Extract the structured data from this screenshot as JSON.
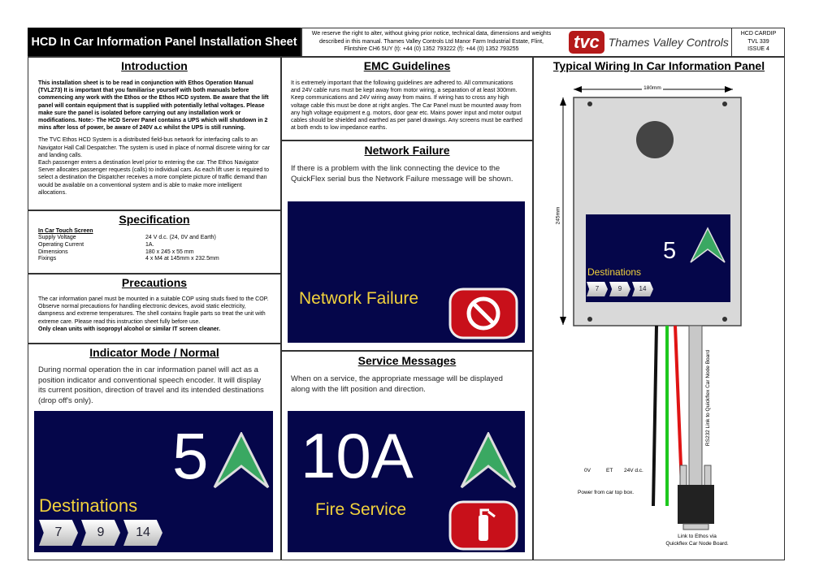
{
  "header": {
    "title": "HCD In Car Information Panel Installation Sheet",
    "disclaimer": [
      "We reserve the right to alter, without giving prior notice, technical data, dimensions and weights",
      "described in this manual.  Thames Valley Controls Ltd  Manor Farm Industrial Estate, Flint,",
      "Flintshire CH6 5UY  (t): +44 (0) 1352 793222  (f): +44 (0) 1352 793255"
    ],
    "logo_mark": "tvc",
    "logo_name": "Thames Valley Controls",
    "codes": [
      "HCD CARDIP",
      "TVL 339",
      "ISSUE 4"
    ]
  },
  "intro": {
    "title": "Introduction",
    "bold": "This installation sheet is to be read in conjunction with Ethos Operation Manual (TVL273) It is important that you familiarise yourself with both manuals before commencing any work with the Ethos or the Ethos HCD system. Be aware that the lift panel will contain equipment that is supplied with potentially lethal voltages. Please make sure the panel is isolated before carrying out any installation work or modifications. Note:- The HCD Server Panel contains a UPS which will shutdown in 2 mins after loss of power, be aware of 240V a.c whilst the UPS is still running.",
    "p1": "The TVC Ethos HCD System is a distributed field-bus network for interfacing calls to an Navigator Hall Call Despatcher. The system is used in place of normal discrete wiring for car and landing calls.",
    "p2": "Each passenger enters a destination level prior to entering the car.  The Ethos Navigator Server allocates passenger requests (calls) to individual cars.  As each lift user is required to select a destination the Dispatcher receives a more complete picture of traffic demand than would be available on a conventional system and is able to make more intelligent allocations."
  },
  "spec": {
    "title": "Specification",
    "subtitle": "In Car Touch Screen",
    "rows": [
      [
        "Supply Voltage",
        "24 V d.c. (24, 0V and Earth)"
      ],
      [
        "Operating Current",
        "1A."
      ],
      [
        "Dimensions",
        "180 x 245 x 55 mm"
      ],
      [
        "Fixings",
        "4 x M4 at 145mm x 232.5mm"
      ]
    ]
  },
  "prec": {
    "title": "Precautions",
    "text": "The car information panel must be mounted in a suitable COP using studs fixed to the COP. Observe normal precautions for handling electronic devices, avoid static electricity, dampness and extreme temperatures. The shell contains fragile parts so treat the unit with extreme care. Please read this instruction sheet fully before use.",
    "bold": "Only clean units with isopropyl alcohol or similar IT screen cleaner."
  },
  "indicator": {
    "title": "Indicator Mode / Normal",
    "text": "During normal operation the in car information panel will act as a position indicator and conventional speech encoder. It will display its current position, direction of travel and its intended destinations (drop off's only).",
    "floor": "5",
    "dest_label": "Destinations",
    "dests": [
      "7",
      "9",
      "14"
    ]
  },
  "emc": {
    "title": "EMC Guidelines",
    "text": "It is extremely important that the following guidelines are adhered to. All communications and 24V cable runs must be kept away from motor wiring, a separation of at least 300mm. Keep communications and 24V wiring away from mains. If wiring has to cross any high voltage cable this must be done at right angles. The Car Panel must be mounted away from any high voltage equipment e.g. motors, door gear etc. Mains power input and motor output cables should be shielded and earthed as per panel drawings. Any screens must be earthed at both ends to low impedance earths."
  },
  "netfail": {
    "title": "Network Failure",
    "text": "If there is a problem with the link connecting the device to the QuickFlex serial bus the Network Failure message will be shown.",
    "screen_msg": "Network Failure"
  },
  "service": {
    "title": "Service Messages",
    "text": "When on a service, the appropriate message will be displayed along with the lift position and direction.",
    "floor": "10A",
    "screen_msg": "Fire Service"
  },
  "wiring": {
    "title": "Typical Wiring In Car Information Panel",
    "width_dim": "180mm",
    "height_dim": "245mm",
    "floor": "5",
    "dest_label": "Destinations",
    "dests": [
      "7",
      "9",
      "14"
    ],
    "wires": [
      "0V",
      "ET",
      "24V d.c."
    ],
    "power_note": "Power from car top box.",
    "cable_label": "RS232 Link to Quickflex Car Node Board",
    "link_note": [
      "Link to Ethos via",
      "Quickflex Car Node Board."
    ]
  },
  "colors": {
    "screen": "#05064a",
    "yellow": "#f2d23c",
    "arrow": "#2fa05a",
    "red": "#c8101a"
  }
}
